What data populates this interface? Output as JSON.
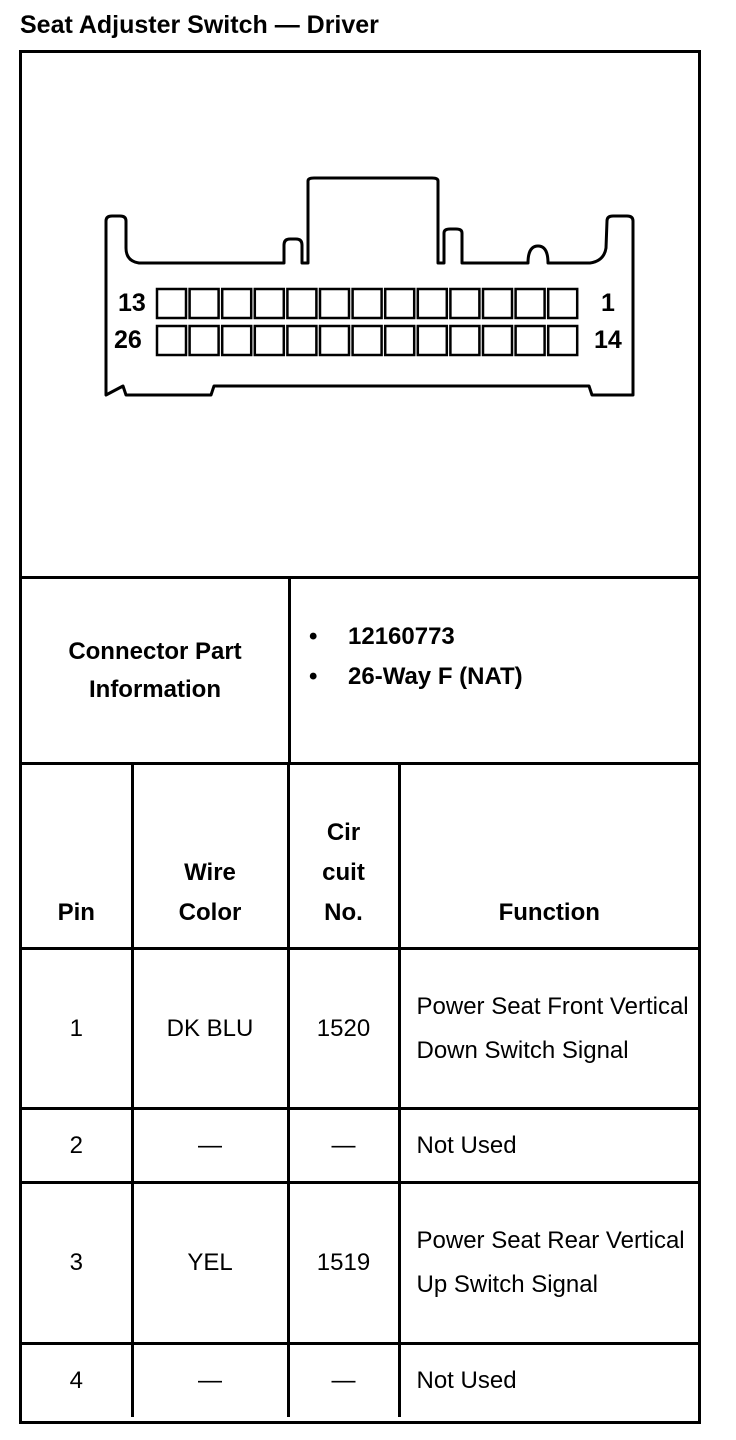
{
  "title": "Seat Adjuster Switch — Driver",
  "diagram": {
    "pin_top_left": "13",
    "pin_top_right": "1",
    "pin_bottom_left": "26",
    "pin_bottom_right": "14"
  },
  "connector_info": {
    "label": "Connector Part Information",
    "items": [
      "12160773",
      "26-Way F (NAT)"
    ],
    "bullet": "•"
  },
  "table": {
    "headers": {
      "pin": "Pin",
      "wire_color": "Wire Color",
      "circuit": "Cir cuit No.",
      "function": "Function"
    },
    "rows": [
      {
        "pin": "1",
        "wire_color": "DK BLU",
        "circuit": "1520",
        "function": "Power Seat Front Vertical Down Switch Signal"
      },
      {
        "pin": "2",
        "wire_color": "—",
        "circuit": "—",
        "function": "Not Used"
      },
      {
        "pin": "3",
        "wire_color": "YEL",
        "circuit": "1519",
        "function": "Power Seat Rear Vertical Up Switch Signal"
      },
      {
        "pin": "4",
        "wire_color": "—",
        "circuit": "—",
        "function": "Not Used"
      }
    ]
  }
}
